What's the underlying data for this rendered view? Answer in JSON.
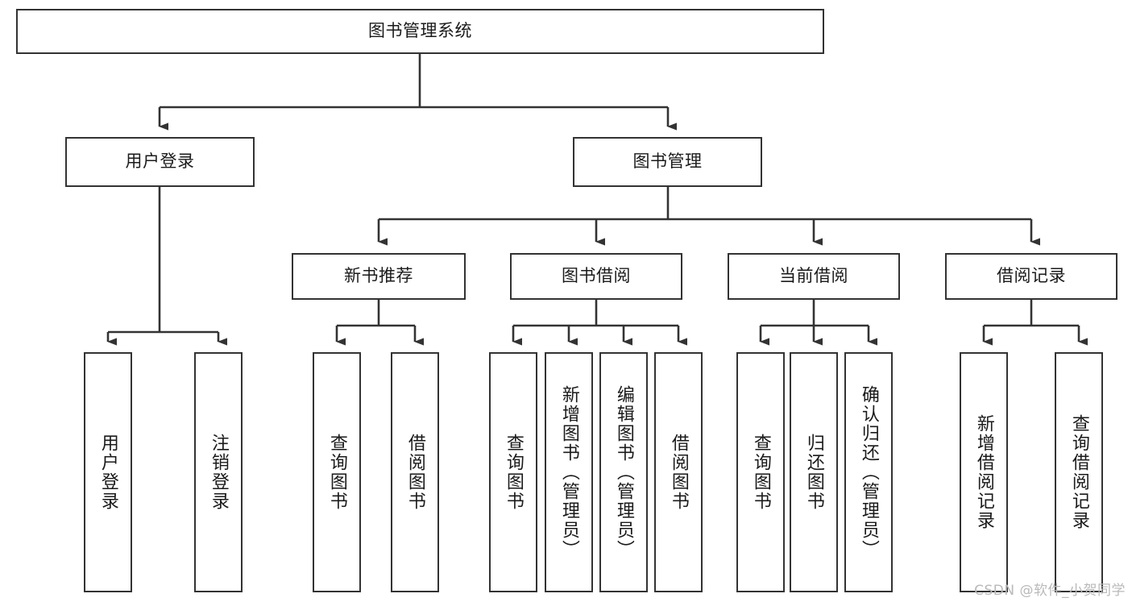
{
  "diagram": {
    "title": "图书管理系统",
    "watermark": "CSDN @软件_小贺同学",
    "line_color": "#333333",
    "box_fill": "#ffffff",
    "text_color": "#1a1a1a",
    "watermark_color": "#b9b9b9"
  },
  "nodes": {
    "root": {
      "label": "图书管理系统"
    },
    "level2": [
      {
        "id": "user-login",
        "label": "用户登录"
      },
      {
        "id": "book-manage",
        "label": "图书管理"
      }
    ],
    "level3": [
      {
        "id": "new-book-recommend",
        "label": "新书推荐"
      },
      {
        "id": "book-borrow",
        "label": "图书借阅"
      },
      {
        "id": "current-borrow",
        "label": "当前借阅"
      },
      {
        "id": "borrow-record",
        "label": "借阅记录"
      }
    ],
    "leaves": {
      "user_login": [
        {
          "id": "leaf-user-login",
          "label": "用户登录"
        },
        {
          "id": "leaf-logout-login",
          "label": "注销登录"
        }
      ],
      "new_book_recommend": [
        {
          "id": "leaf-query-book-1",
          "label": "查询图书"
        },
        {
          "id": "leaf-borrow-book-1",
          "label": "借阅图书"
        }
      ],
      "book_borrow": [
        {
          "id": "leaf-query-book-2",
          "label": "查询图书"
        },
        {
          "id": "leaf-add-book",
          "label": "新增图书（管理员）"
        },
        {
          "id": "leaf-edit-book",
          "label": "编辑图书（管理员）"
        },
        {
          "id": "leaf-borrow-book-2",
          "label": "借阅图书"
        }
      ],
      "current_borrow": [
        {
          "id": "leaf-query-book-3",
          "label": "查询图书"
        },
        {
          "id": "leaf-return-book",
          "label": "归还图书"
        },
        {
          "id": "leaf-confirm-return",
          "label": "确认归还（管理员）"
        }
      ],
      "borrow_record": [
        {
          "id": "leaf-add-record",
          "label": "新增借阅记录"
        },
        {
          "id": "leaf-query-record",
          "label": "查询借阅记录"
        }
      ]
    }
  }
}
